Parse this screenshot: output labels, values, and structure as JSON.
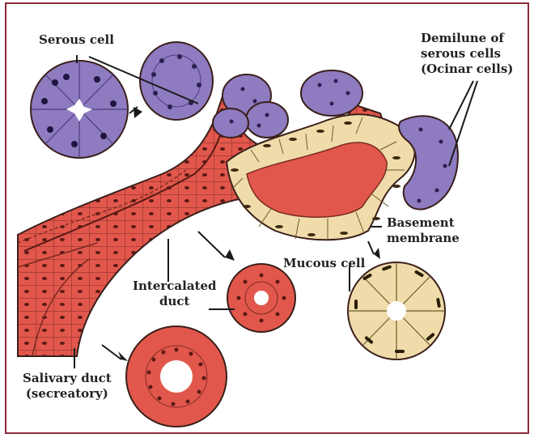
{
  "labels": {
    "serous_cell": "Serous cell",
    "demilune": [
      "Demilune of",
      "serous cells",
      "(Ocinar cells)"
    ],
    "basement": [
      "Basement",
      "membrane"
    ],
    "mucous_cell": "Mucous cell",
    "intercalated": [
      "Intercalated",
      "duct"
    ],
    "salivary": [
      "Salivary duct",
      "(secreatory)"
    ]
  },
  "colors": {
    "frame": "#8a2a3a",
    "duct_red": "#e2574c",
    "duct_dark": "#b83a30",
    "serous_purple": "#8e7bc0",
    "serous_dark": "#4a3e7a",
    "mucous_tan": "#efdcaa",
    "mucous_dark": "#6b5a2a",
    "outline": "#3a1f1a"
  }
}
